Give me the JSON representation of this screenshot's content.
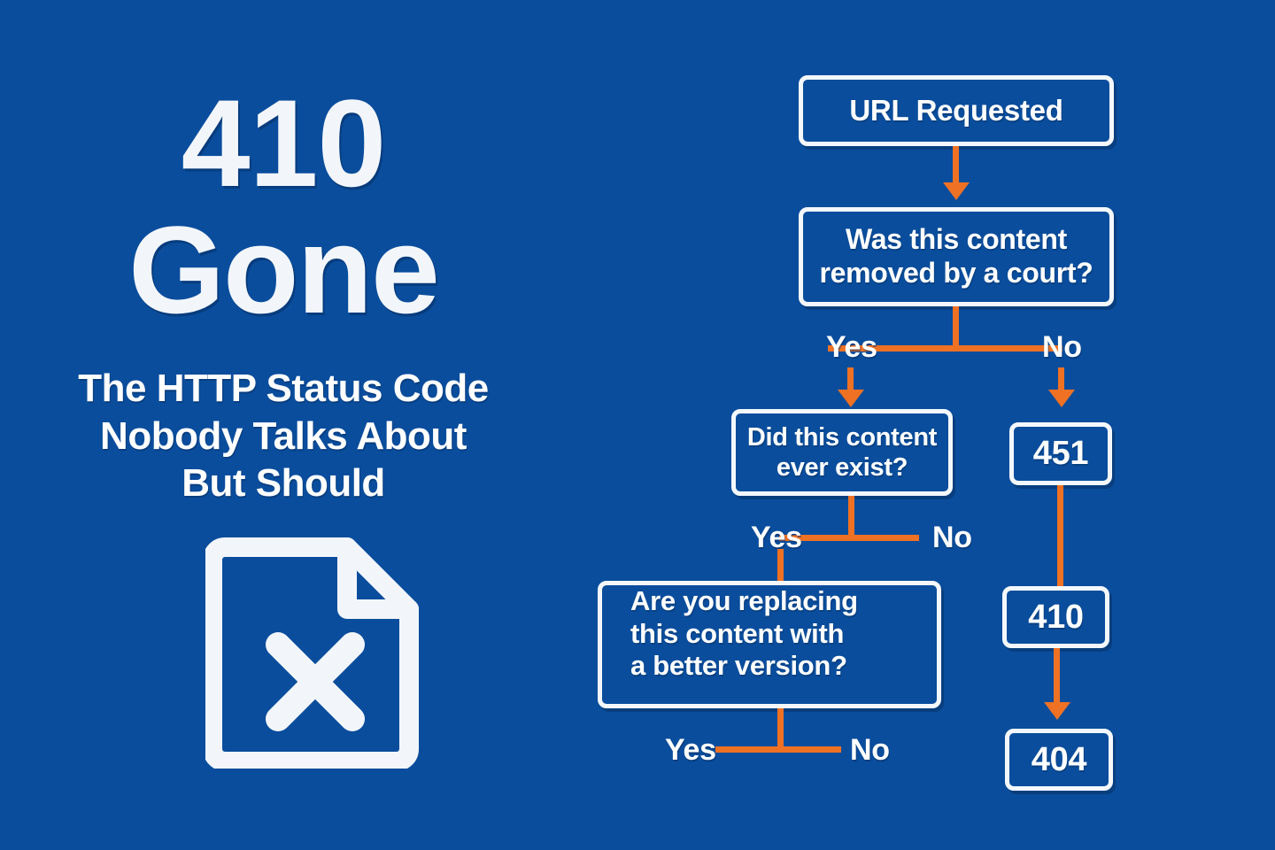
{
  "theme": {
    "background_color": "#0a4d9c",
    "accent_color": "#ee7124",
    "text_color": "#ffffff",
    "border_color": "#f4f8fc"
  },
  "headline": {
    "code": "410",
    "status": "Gone",
    "subtitle_line_1": "The HTTP Status Code",
    "subtitle_line_2": "Nobody Talks About",
    "subtitle_line_3": "But Should",
    "icon": "document-x-icon"
  },
  "flowchart": {
    "nodes": {
      "start": "URL Requested",
      "question_court_line_1": "Was this content",
      "question_court_line_2": "removed by a court?",
      "question_exist_line_1": "Did this content",
      "question_exist_line_2": "ever exist?",
      "question_replace_line_1": "Are you replacing",
      "question_replace_line_2": "this content with",
      "question_replace_line_3": "a better version?",
      "code_451": "451",
      "code_410": "410",
      "code_404": "404"
    },
    "branch_labels": {
      "court_yes": "Yes",
      "court_no": "No",
      "exist_yes": "Yes",
      "exist_no": "No",
      "replace_yes": "Yes",
      "replace_no": "No"
    }
  },
  "chart_data": {
    "type": "diagram",
    "title": "410 Gone decision flow",
    "nodes": [
      {
        "id": "start",
        "label": "URL Requested",
        "kind": "terminal"
      },
      {
        "id": "q_court",
        "label": "Was this content removed by a court?",
        "kind": "decision"
      },
      {
        "id": "q_exist",
        "label": "Did this content ever exist?",
        "kind": "decision"
      },
      {
        "id": "q_replace",
        "label": "Are you replacing this content with a better version?",
        "kind": "decision"
      },
      {
        "id": "c451",
        "label": "451",
        "kind": "status-code"
      },
      {
        "id": "c410",
        "label": "410",
        "kind": "status-code"
      },
      {
        "id": "c404",
        "label": "404",
        "kind": "status-code"
      }
    ],
    "edges": [
      {
        "from": "start",
        "to": "q_court",
        "label": ""
      },
      {
        "from": "q_court",
        "to": "q_exist",
        "label": "Yes"
      },
      {
        "from": "q_court",
        "to": "c451",
        "label": "No"
      },
      {
        "from": "q_exist",
        "to": "q_replace",
        "label": "Yes"
      },
      {
        "from": "q_exist",
        "to": "",
        "label": "No"
      },
      {
        "from": "q_replace",
        "to": "",
        "label": "Yes"
      },
      {
        "from": "q_replace",
        "to": "",
        "label": "No"
      },
      {
        "from": "c451",
        "to": "c410",
        "label": ""
      },
      {
        "from": "c410",
        "to": "c404",
        "label": ""
      }
    ]
  }
}
